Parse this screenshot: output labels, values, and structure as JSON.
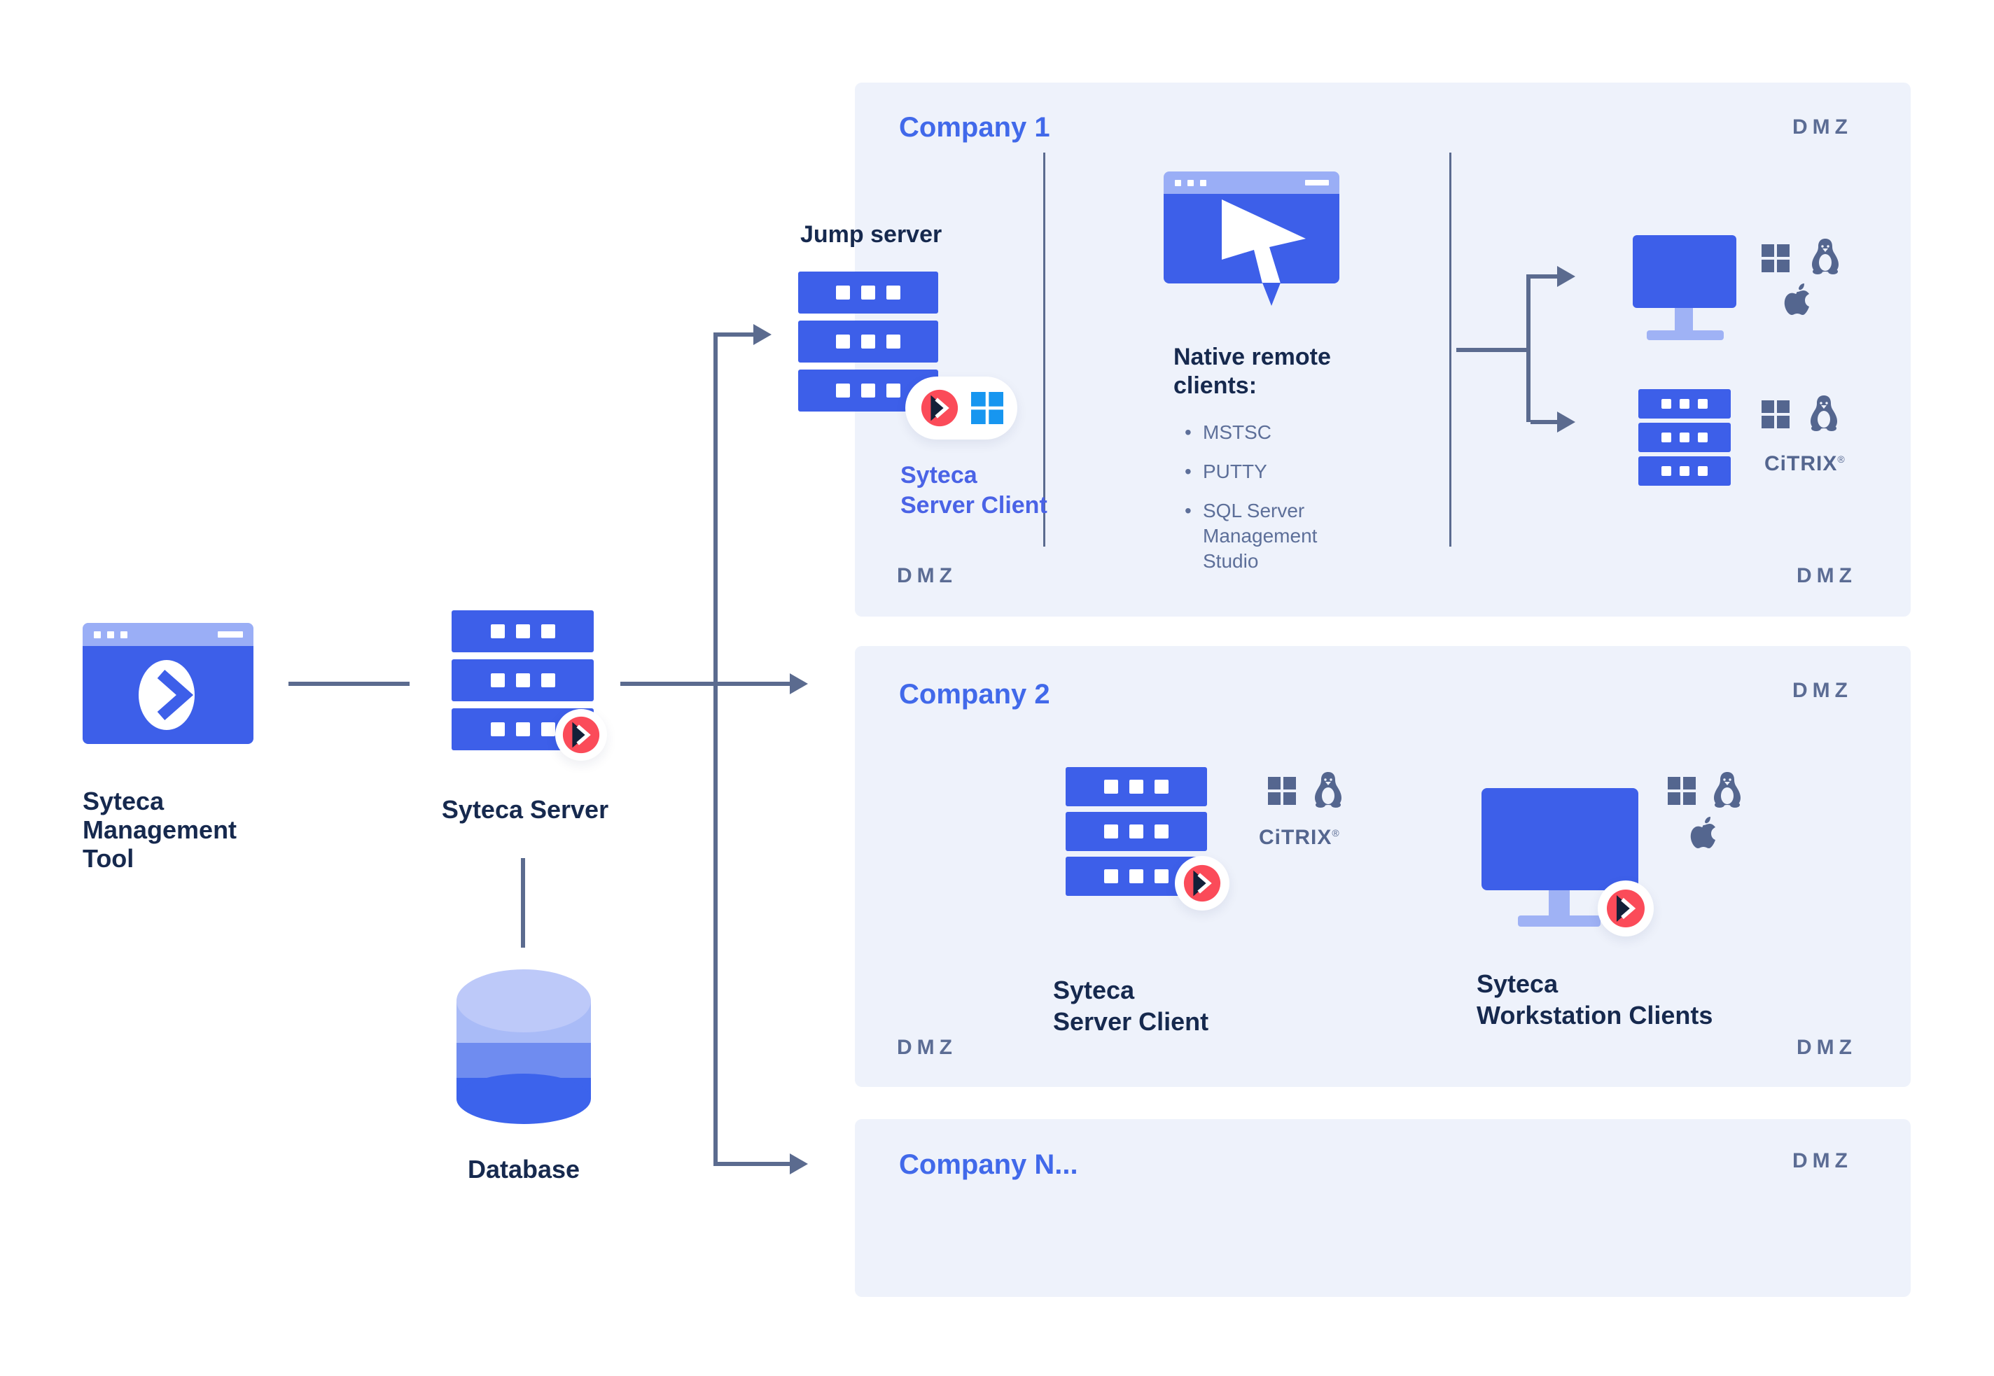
{
  "left": {
    "management_tool": {
      "line1": "Syteca",
      "line2": "Management",
      "line3": "Tool"
    },
    "server_label": "Syteca Server",
    "database_label": "Database"
  },
  "jump": {
    "label": "Jump server",
    "client_line1": "Syteca",
    "client_line2": "Server Client"
  },
  "company1": {
    "title": "Company 1",
    "dmz_top": "DMZ",
    "dmz_bottom_left": "DMZ",
    "dmz_bottom_right": "DMZ",
    "native_heading_line1": "Native remote",
    "native_heading_line2": "clients:",
    "clients": [
      "MSTSC",
      "PUTTY",
      "SQL Server Management Studio"
    ]
  },
  "company2": {
    "title": "Company 2",
    "dmz_top": "DMZ",
    "dmz_bottom_left": "DMZ",
    "dmz_bottom_right": "DMZ",
    "server_client_line1": "Syteca",
    "server_client_line2": "Server Client",
    "workstation_line1": "Syteca",
    "workstation_line2": "Workstation Clients"
  },
  "companyN": {
    "title": "Company N...",
    "dmz_top": "DMZ"
  },
  "logos": {
    "citrix": "CiTRIX",
    "citrix_reg": "®"
  },
  "colors": {
    "royal_blue": "#3d5fe9",
    "periwinkle": "#9aaef6",
    "panel_bg": "#eef2fb",
    "navy_text": "#16294e",
    "slate": "#5b6b8f",
    "title_blue": "#4169ea",
    "client_blue": "#4a63e6",
    "syteca_red": "#fb4b59",
    "logo_navy": "#132039",
    "windows_blue": "#1796f0",
    "db_light": "#a9bbf7",
    "db_mid": "#6f8cf0",
    "db_dark": "#3c63ec"
  }
}
